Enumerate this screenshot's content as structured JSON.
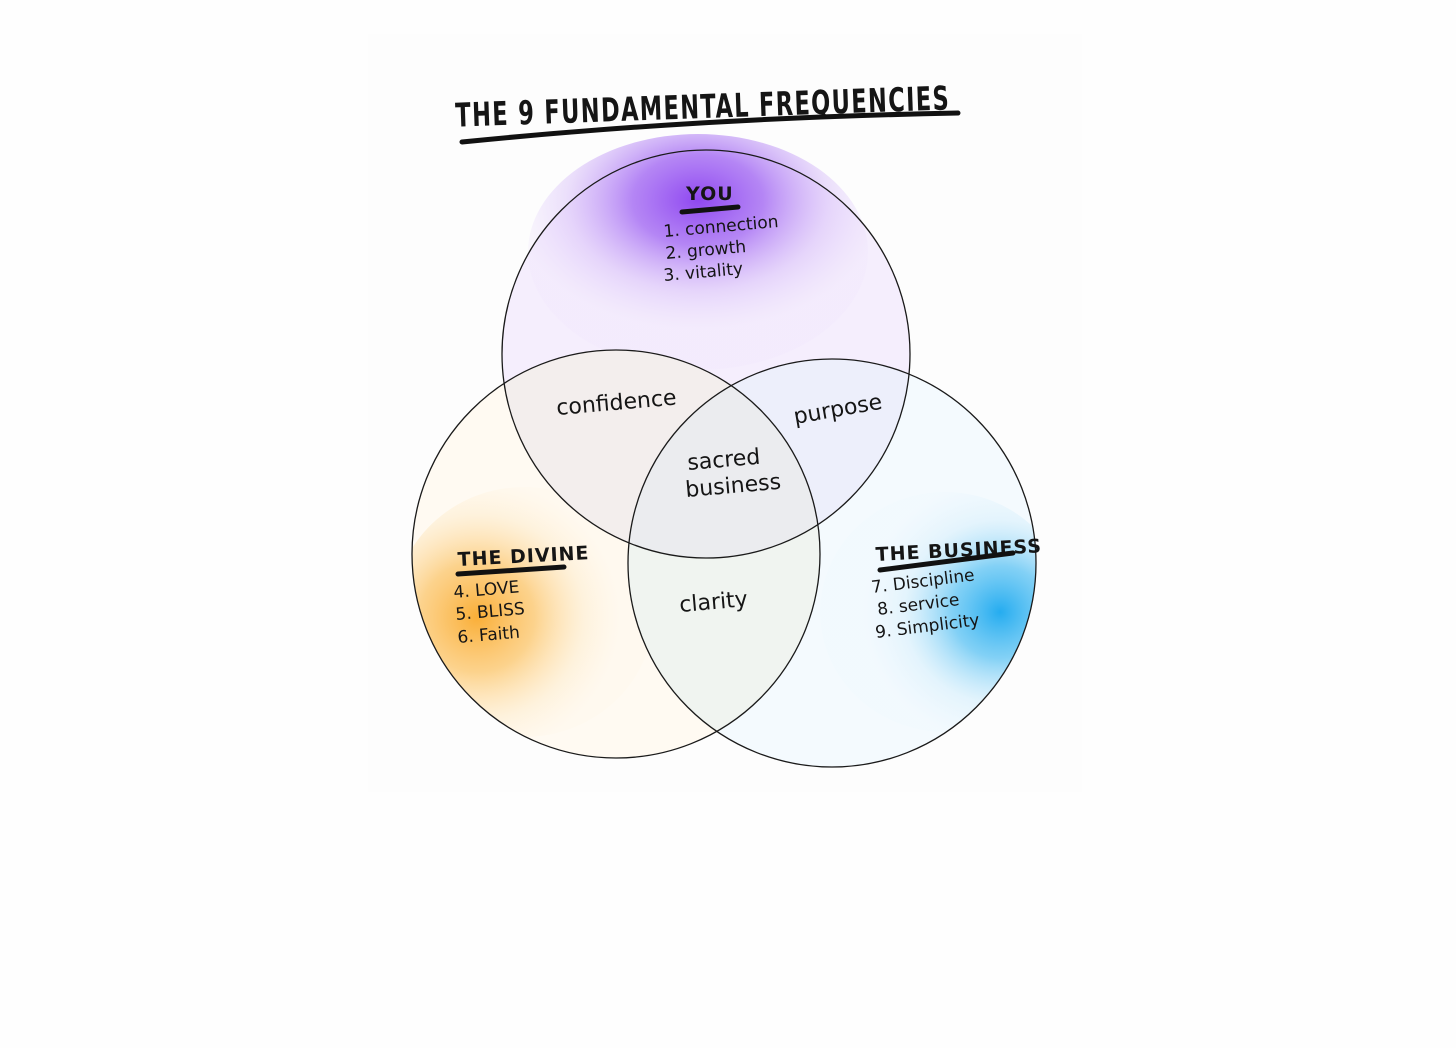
{
  "title": "THE 9 FUNDAMENTAL FREQUENCIES",
  "circles": [
    {
      "key": "you",
      "heading": "YOU",
      "items": [
        "1. connection",
        "2. growth",
        "3. vitality"
      ],
      "color": "#8a3ff0"
    },
    {
      "key": "divine",
      "heading": "THE DIVINE",
      "items": [
        "4. LOVE",
        "5. BLISS",
        "6. Faith"
      ],
      "color": "#f9a623"
    },
    {
      "key": "business",
      "heading": "THE BUSINESS",
      "items": [
        "7. Discipline",
        "8. service",
        "9. Simplicity"
      ],
      "color": "#1aa8ef"
    }
  ],
  "overlaps": {
    "you_divine": "confidence",
    "you_business": "purpose",
    "divine_business": "clarity",
    "center_line1": "sacred",
    "center_line2": "business"
  }
}
